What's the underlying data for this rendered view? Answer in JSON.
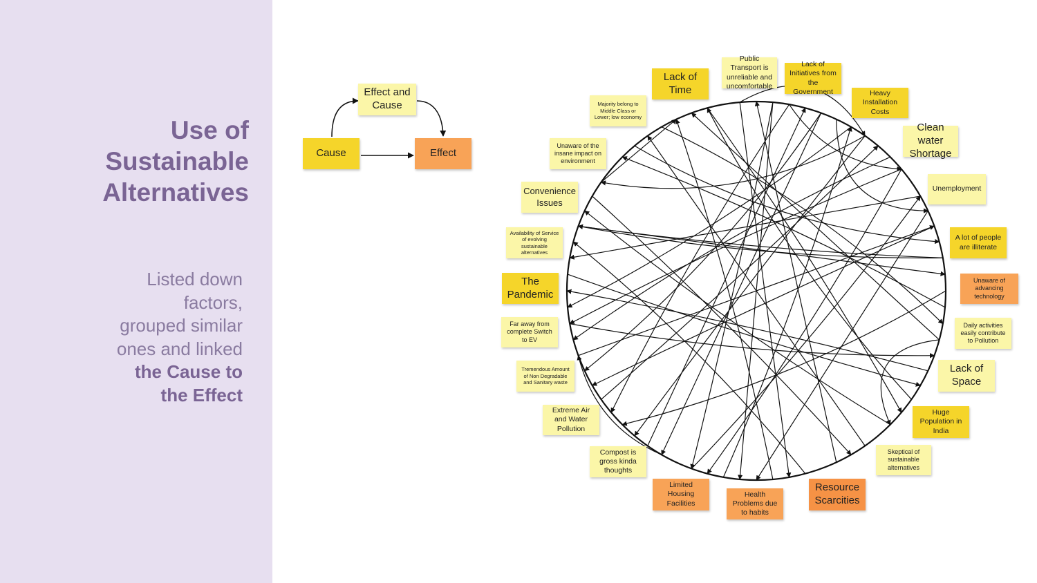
{
  "sidebar": {
    "title_line1": "Use of",
    "title_line2": "Sustainable",
    "title_line3": "Alternatives",
    "desc_lines": [
      "Listed down",
      "factors,",
      "grouped similar",
      "ones and linked"
    ],
    "desc_emph_lines": [
      "the Cause to",
      "the Effect"
    ]
  },
  "legend": {
    "cause": "Cause",
    "effect_and_cause": "Effect and\nCause",
    "effect": "Effect"
  },
  "colors": {
    "sidebar_bg": "#e7dff0",
    "title": "#7a6494",
    "cause_yellow": "#f5d52a",
    "pale_yellow": "#fbf6a8",
    "effect_orange": "#f8a357"
  },
  "factors": [
    "Public Transport is unreliable and uncomfortable",
    "Lack of Initiatives from the Government",
    "Heavy Installation Costs",
    "Clean water Shortage",
    "Unemployment",
    "A lot of people are illiterate",
    "Unaware of advancing technology",
    "Daily activities easily contribute to Pollution",
    "Lack of Space",
    "Huge Population in India",
    "Skeptical of sustainable alternatives",
    "Resource Scarcities",
    "Health Problems due to habits",
    "Limited Housing Facilities",
    "Compost is gross kinda thoughts",
    "Extreme Air and Water Pollution",
    "Tremendous Amount of Non Degradable and Sanitary waste",
    "Far away from complete Switch to EV",
    "The Pandemic",
    "Availability of Service of evolving sustainable alternatives",
    "Convenience Issues",
    "Unaware of the insane impact on environment",
    "Majority belong to Middle Class or Lower; low economy",
    "Lack of Time"
  ]
}
